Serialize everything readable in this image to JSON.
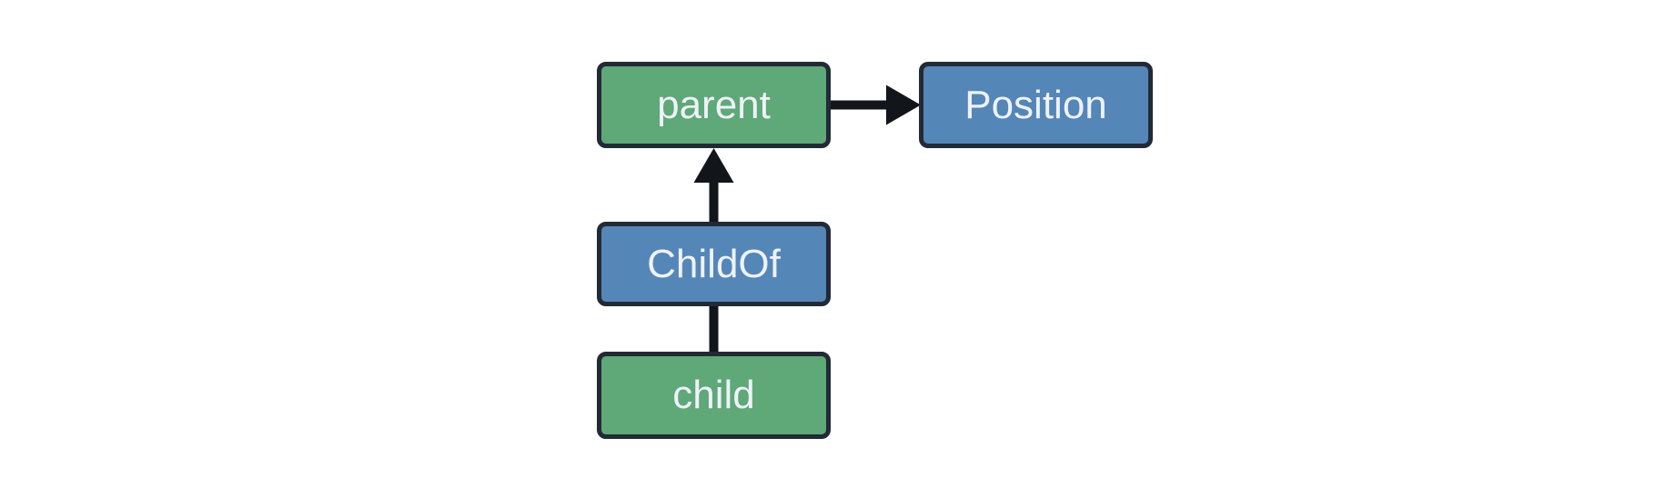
{
  "diagram": {
    "nodes": [
      {
        "id": "parent",
        "label": "parent",
        "fill": "#5fa878"
      },
      {
        "id": "position",
        "label": "Position",
        "fill": "#5586b8"
      },
      {
        "id": "childof",
        "label": "ChildOf",
        "fill": "#5586b8"
      },
      {
        "id": "child",
        "label": "child",
        "fill": "#5fa878"
      }
    ],
    "edges": [
      {
        "from": "parent",
        "to": "Position",
        "style": "arrow-right"
      },
      {
        "from": "ChildOf",
        "to": "parent",
        "style": "arrow-up"
      },
      {
        "from": "child",
        "to": "ChildOf",
        "style": "plain-line"
      }
    ],
    "colors": {
      "background": "#ffffff",
      "entity_fill": "#5fa878",
      "relation_fill": "#5586b8",
      "node_border": "#222a35",
      "edge": "#121519",
      "text": "#eef2f8"
    }
  }
}
